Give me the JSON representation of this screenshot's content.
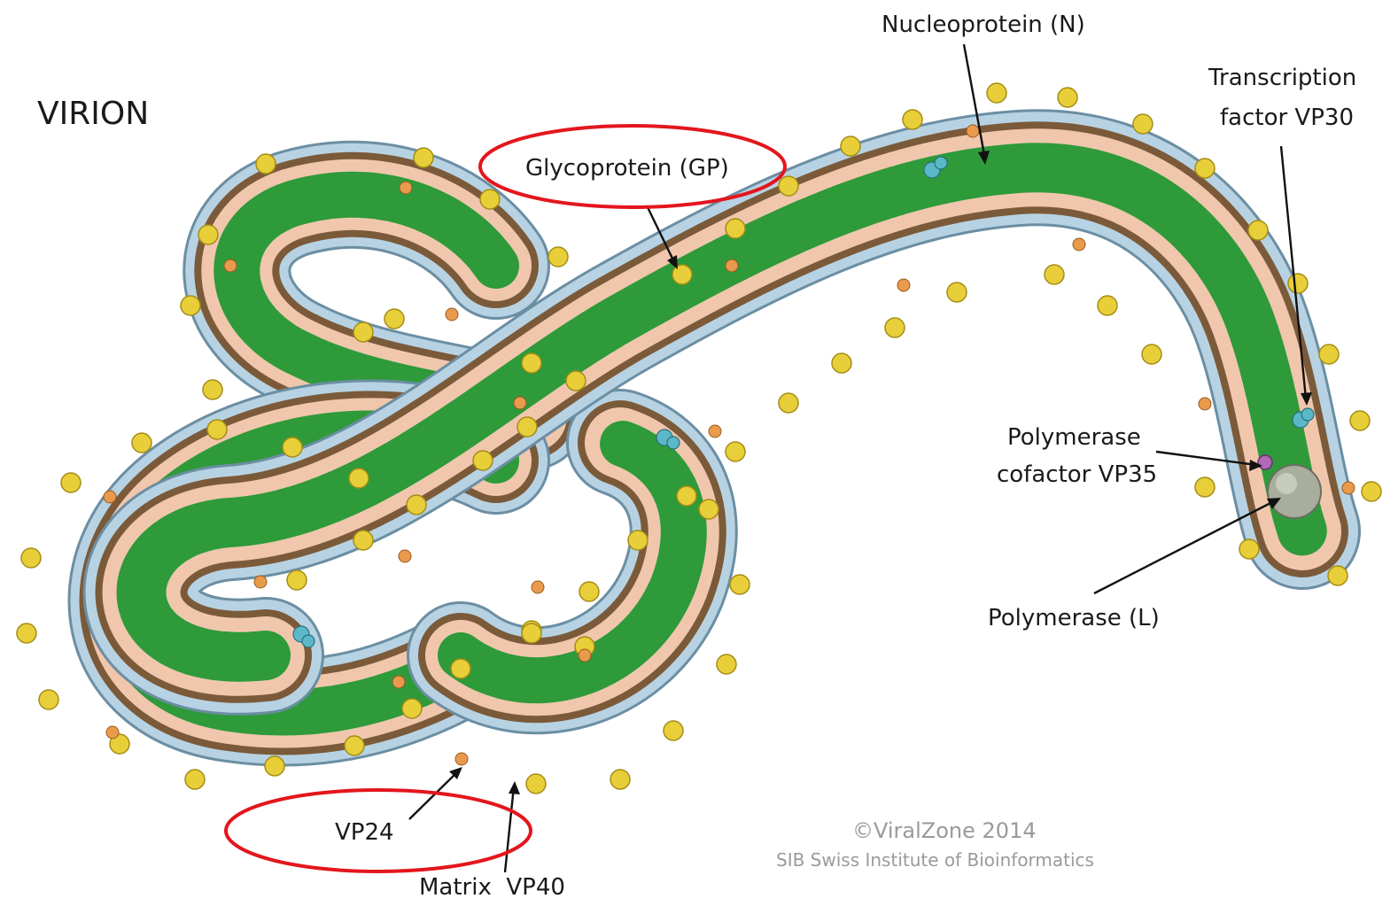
{
  "diagram": {
    "title": "VIRION",
    "labels": {
      "nucleoprotein": "Nucleoprotein (N)",
      "transcription_1": "Transcription",
      "transcription_2": "factor VP30",
      "glycoprotein": "Glycoprotein (GP)",
      "polymerase_cofactor_1": "Polymerase",
      "polymerase_cofactor_2": "cofactor VP35",
      "polymerase": "Polymerase (L)",
      "vp24": "VP24",
      "matrix": "Matrix  VP40"
    },
    "credit": {
      "line1": "©ViralZone 2014",
      "line2": "SIB Swiss Institute of Bioinformatics"
    },
    "highlighted": [
      "Glycoprotein (GP)",
      "VP24"
    ],
    "colors": {
      "envelope": "#b7d3e3",
      "envelope_edge": "#6b8ea3",
      "matrix": "#7b5a3a",
      "interior": "#f0c7ad",
      "nucleocapsid": "#2e9a3a",
      "glycoprotein": "#e8cf3a",
      "vp24": "#e99a4d",
      "highlight": "#e3161d"
    }
  }
}
